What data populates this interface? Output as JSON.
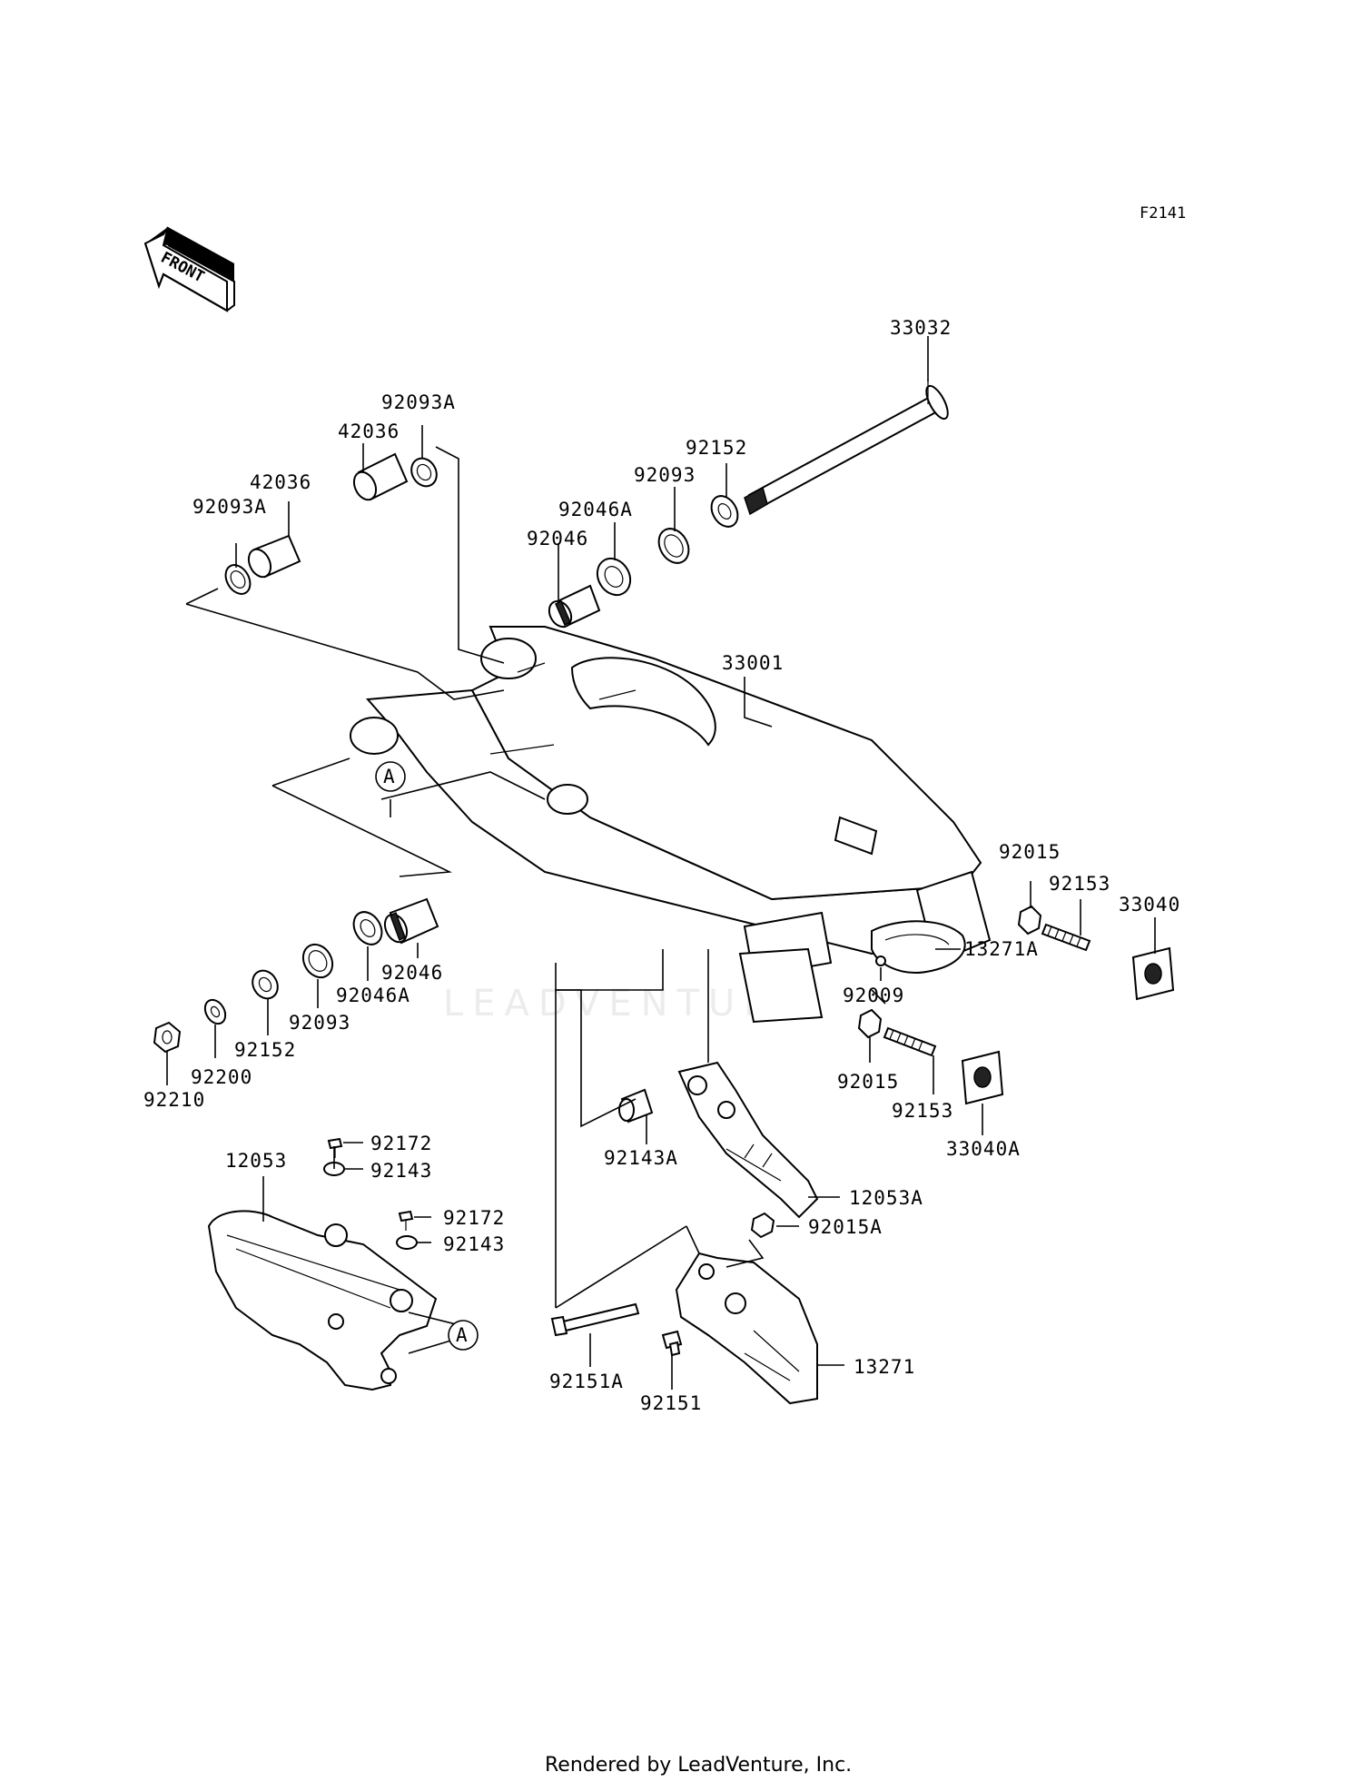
{
  "diagram_code": "F2141",
  "front_label": "FRONT",
  "footer": "Rendered by LeadVenture, Inc.",
  "watermark": "LEADVENTURE",
  "callout_letter": "A",
  "parts": {
    "p33032": "33032",
    "p92093A_top": "92093A",
    "p42036_top": "42036",
    "p42036_left": "42036",
    "p92093A_left": "92093A",
    "p92152_top": "92152",
    "p92093_top": "92093",
    "p92046A_top": "92046A",
    "p92046_top": "92046",
    "p33001": "33001",
    "p92015_right": "92015",
    "p92153_right": "92153",
    "p33040": "33040",
    "p13271A": "13271A",
    "p92009": "92009",
    "p92015_mid": "92015",
    "p92153_mid": "92153",
    "p33040A": "33040A",
    "p92046_bot": "92046",
    "p92046A_bot": "92046A",
    "p92093_bot": "92093",
    "p92152_bot": "92152",
    "p92200": "92200",
    "p92210": "92210",
    "p92172_a": "92172",
    "p92143_a": "92143",
    "p12053": "12053",
    "p92172_b": "92172",
    "p92143_b": "92143",
    "p92143A": "92143A",
    "p12053A": "12053A",
    "p92015A": "92015A",
    "p13271": "13271",
    "p92151A": "92151A",
    "p92151": "92151"
  }
}
